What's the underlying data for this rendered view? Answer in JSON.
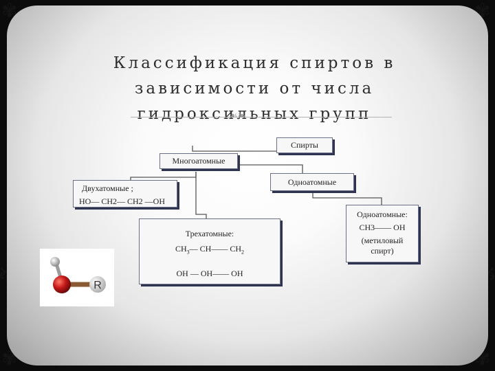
{
  "title": {
    "line1": "Классификация спиртов в",
    "line2": "зависимости от числа",
    "line3": "гидроксильных групп"
  },
  "nodes": {
    "root": "Спирты",
    "poly": "Многоатомные",
    "mono": "Одноатомные",
    "diatomic": {
      "heading": "Двухатомные ;",
      "formula": "НО— СН2— СН2 —ОН"
    },
    "triatomic": {
      "heading": "Трехатомные:",
      "formula_top_a": "СН",
      "formula_top_a_sub": "3",
      "formula_top_b": "— СН—— СН",
      "formula_top_b_sub": "2",
      "formula_bottom": "ОН — ОН—— ОН"
    },
    "monoatomic_example": {
      "heading": "Одноатомные:",
      "formula": "СН3—— ОН",
      "note_line1": "(метиловый",
      "note_line2": "спирт)"
    }
  },
  "molecule": {
    "r_label": "R",
    "atoms": [
      "hydrogen",
      "oxygen",
      "r-group"
    ],
    "colors": {
      "oxygen": "#c41818",
      "hydrogen": "#b5b5b5",
      "r_group": "#d4d4d4",
      "bond": "#8a5a32"
    }
  },
  "colors": {
    "background": "#0b0b0b",
    "panel": "#f5f5f5",
    "box_border": "#6a6f86",
    "box_shadow": "#2f3452",
    "title_text": "#2d2d2d",
    "connector": "#555555"
  }
}
